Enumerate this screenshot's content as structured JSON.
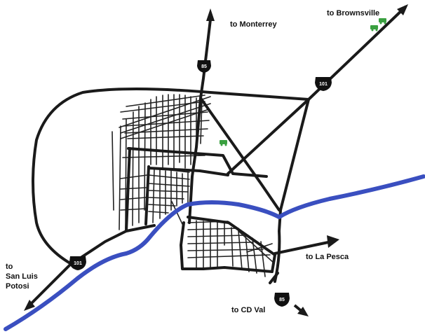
{
  "colors": {
    "river": "#3a4fc0",
    "road": "#1a1a1a",
    "street": "#222222",
    "shield": "#111111",
    "rv_icon": "#3aa040",
    "background": "#ffffff"
  },
  "labels": {
    "monterrey": "to Monterrey",
    "brownsville": "to Brownsville",
    "la_pesca": "to La Pesca",
    "cd_val": "to CD Val",
    "san_luis_line1": "to",
    "san_luis_line2": "San Luis",
    "san_luis_line3": "Potosi"
  },
  "shields": {
    "north_85": "85",
    "northeast_101": "101",
    "southwest_101": "101",
    "south_85": "85"
  },
  "icons": {
    "rv_park": "rv-park-icon",
    "arrow": "arrow-icon",
    "highway_shield": "highway-shield-icon"
  }
}
